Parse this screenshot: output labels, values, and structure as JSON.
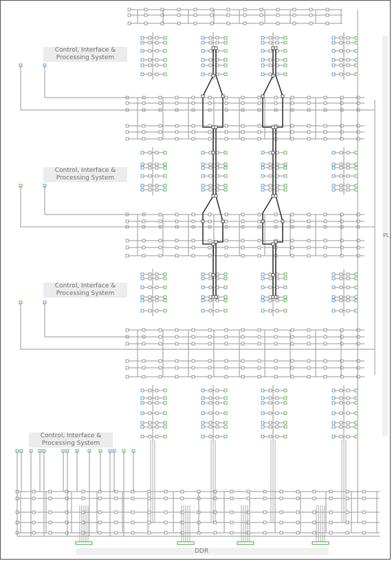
{
  "diagram": {
    "blocks": [
      {
        "label": "Control, Interface & Processing System"
      },
      {
        "label": "Control, Interface & Processing System"
      },
      {
        "label": "Control, Interface & Processing System"
      },
      {
        "label": "Control, Interface & Processing System"
      }
    ],
    "pl_label": "PL",
    "ddr_label": "DDR",
    "colors": {
      "wire": "#9a9a9a",
      "highlight": "#3c3c3c",
      "node_gray": "#8a8a8a",
      "node_blue": "#4a90c8",
      "node_green": "#40b040",
      "label_bg": "#ececec"
    }
  }
}
